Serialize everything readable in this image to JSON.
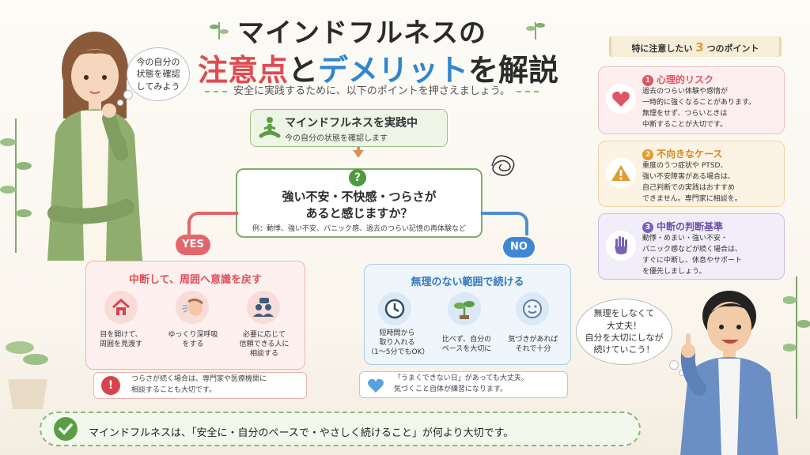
{
  "title": {
    "line1": "マインドフルネスの",
    "line2_part1": "注意点",
    "line2_part2": "と",
    "line2_part3": "デメリット",
    "line2_part4": "を解説",
    "subtitle": "安全に実践するために、以下のポイントを押さえましょう。"
  },
  "woman_bubble": {
    "line1": "今の自分の",
    "line2": "状態を確認",
    "line3": "してみよう"
  },
  "practice": {
    "title": "マインドフルネスを実践中",
    "subtitle": "今の自分の状態を確認します"
  },
  "question": {
    "icon": "?",
    "line1": "強い不安・不快感・つらさが",
    "line2": "あると感じますか？",
    "example": "例：動悸、強い不安、パニック感、過去のつらい記憶の再体験など"
  },
  "yes": {
    "label": "YES",
    "title": "中断して、周囲へ意識を戻す",
    "items": [
      {
        "icon": "home-icon",
        "line1": "目を開けて、",
        "line2": "周囲を見渡す",
        "line3": ""
      },
      {
        "icon": "breathing-icon",
        "line1": "ゆっくり深呼吸",
        "line2": "をする",
        "line3": ""
      },
      {
        "icon": "people-chat-icon",
        "line1": "必要に応じて",
        "line2": "信頼できる人に",
        "line3": "相談する"
      }
    ],
    "note_line1": "つらさが続く場合は、専門家や医療機関に",
    "note_line2": "相談することも大切です。"
  },
  "no": {
    "label": "NO",
    "title": "無理のない範囲で続ける",
    "items": [
      {
        "icon": "clock-icon",
        "line1": "短時間から",
        "line2": "取り入れる",
        "line3": "（1〜5分でもOK）"
      },
      {
        "icon": "sprout-icon",
        "line1": "比べず、自分の",
        "line2": "ペースを大切に",
        "line3": ""
      },
      {
        "icon": "smile-icon",
        "line1": "気づきがあれば",
        "line2": "それで十分",
        "line3": ""
      }
    ],
    "note_line1": "「うまくできない日」があっても大丈夫。",
    "note_line2": "気づくこと自体が練習になります。"
  },
  "points": {
    "header_before": "特に注意したい",
    "header_num": "3",
    "header_after": "つのポイント",
    "cards": [
      {
        "num": "1",
        "title": "心理的リスク",
        "icon": "heart-icon",
        "color": "#e05563",
        "lines": [
          "過去のつらい体験や感情が",
          "一時的に強くなることがあります。",
          "無理をせず、つらいときは",
          "中断することが大切です。"
        ]
      },
      {
        "num": "2",
        "title": "不向きなケース",
        "icon": "warning-icon",
        "color": "#e39a2c",
        "lines": [
          "重度のうつ症状や PTSD、",
          "強い不安障害がある場合は、",
          "自己判断での実践はおすすめ",
          "できません。専門家に相談を。"
        ]
      },
      {
        "num": "3",
        "title": "中断の判断基準",
        "icon": "stop-hand-icon",
        "color": "#7b61b8",
        "lines": [
          "動悸・めまい・強い不安・",
          "パニック感などが続く場合は、",
          "すぐに中断し、休息やサポート",
          "を優先しましょう。"
        ]
      }
    ]
  },
  "man_bubble": {
    "line1": "無理をしなくて",
    "line2": "大丈夫！",
    "line3": "自分を大切にしなが",
    "line4": "続けていこう！"
  },
  "bottom": {
    "text": "マインドフルネスは、「安全に・自分のペースで・やさしく続けること」が何より大切です。"
  },
  "colors": {
    "accent_red": "#e04a52",
    "accent_blue": "#2f86cf",
    "accent_green": "#5a9e44"
  }
}
